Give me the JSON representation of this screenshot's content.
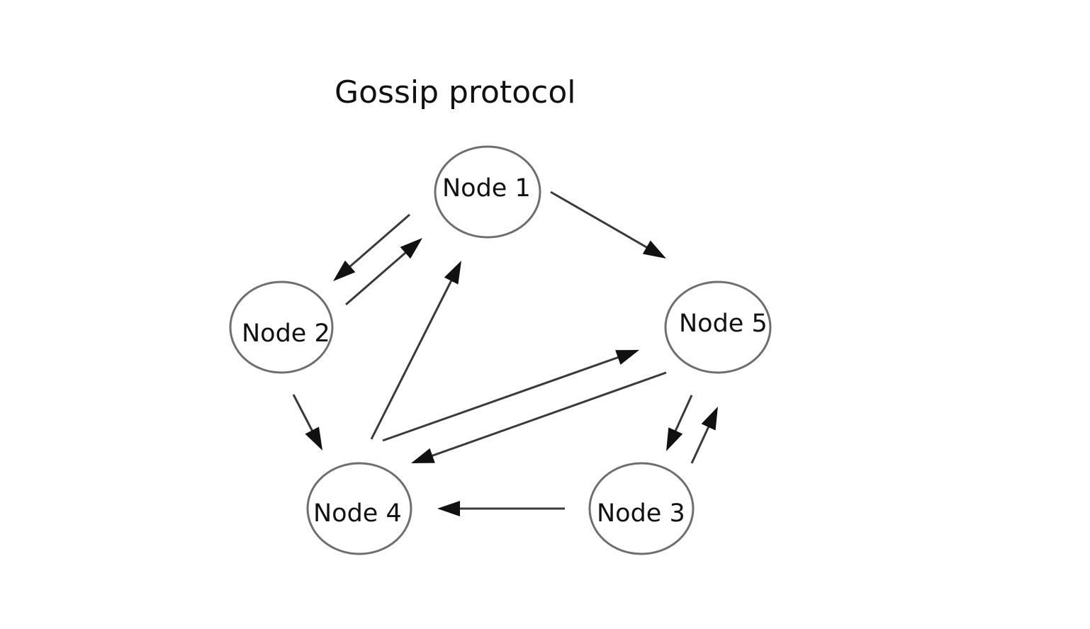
{
  "diagram": {
    "title": "Gossip protocol",
    "nodes": [
      {
        "id": "n1",
        "label": "Node 1"
      },
      {
        "id": "n2",
        "label": "Node 2"
      },
      {
        "id": "n3",
        "label": "Node 3"
      },
      {
        "id": "n4",
        "label": "Node 4"
      },
      {
        "id": "n5",
        "label": "Node 5"
      }
    ],
    "edges": [
      {
        "from": "n1",
        "to": "n2"
      },
      {
        "from": "n2",
        "to": "n1"
      },
      {
        "from": "n1",
        "to": "n5"
      },
      {
        "from": "n2",
        "to": "n4"
      },
      {
        "from": "n4",
        "to": "n1"
      },
      {
        "from": "n4",
        "to": "n5"
      },
      {
        "from": "n5",
        "to": "n4"
      },
      {
        "from": "n5",
        "to": "n3"
      },
      {
        "from": "n3",
        "to": "n5"
      },
      {
        "from": "n3",
        "to": "n4"
      }
    ],
    "colors": {
      "node_stroke": "#6e6e6e",
      "edge": "#3a3a3a",
      "arrow": "#111111",
      "text": "#111111",
      "background": "#ffffff"
    }
  }
}
